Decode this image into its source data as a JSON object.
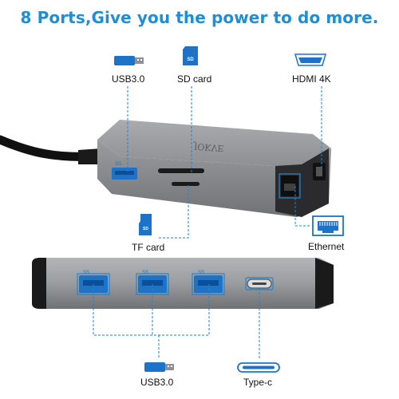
{
  "headline": "8 Ports,Give you the power to do more.",
  "brand_mark": "JOKVE",
  "port_labels": {
    "usb30_top": "USB3.0",
    "sd_card": "SD card",
    "hdmi": "HDMI 4K",
    "tf_card": "TF card",
    "ethernet": "Ethernet",
    "usb30_bottom": "USB3.0",
    "type_c": "Type-c"
  },
  "usb_logo": "SS",
  "colors": {
    "headline": "#1e8fd6",
    "callout_line": "#1f86d2",
    "hub_body": "#8e9093",
    "usb_port_blue": "#1c73c8"
  }
}
